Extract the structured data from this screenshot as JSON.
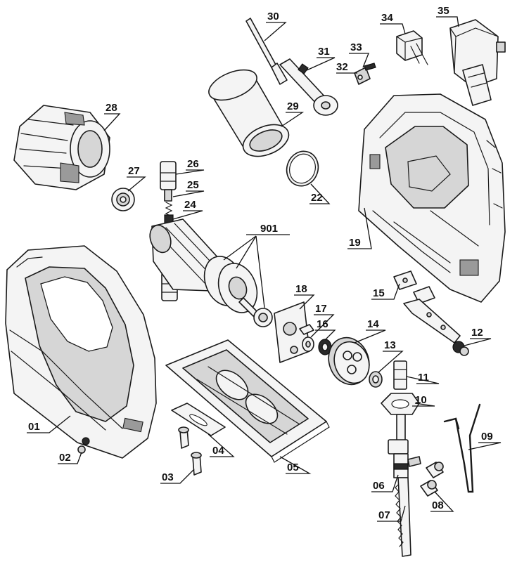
{
  "callouts": [
    {
      "id": "p30",
      "label": "30"
    },
    {
      "id": "p31",
      "label": "31"
    },
    {
      "id": "p32",
      "label": "32"
    },
    {
      "id": "p33",
      "label": "33"
    },
    {
      "id": "p34",
      "label": "34"
    },
    {
      "id": "p35",
      "label": "35"
    },
    {
      "id": "p28",
      "label": "28"
    },
    {
      "id": "p29",
      "label": "29"
    },
    {
      "id": "p27",
      "label": "27"
    },
    {
      "id": "p26",
      "label": "26"
    },
    {
      "id": "p25",
      "label": "25"
    },
    {
      "id": "p24",
      "label": "24"
    },
    {
      "id": "p22",
      "label": "22"
    },
    {
      "id": "p19",
      "label": "19"
    },
    {
      "id": "p901",
      "label": "901"
    },
    {
      "id": "p18",
      "label": "18"
    },
    {
      "id": "p17",
      "label": "17"
    },
    {
      "id": "p16",
      "label": "16"
    },
    {
      "id": "p15",
      "label": "15"
    },
    {
      "id": "p14",
      "label": "14"
    },
    {
      "id": "p13",
      "label": "13"
    },
    {
      "id": "p12",
      "label": "12"
    },
    {
      "id": "p11",
      "label": "11"
    },
    {
      "id": "p10",
      "label": "10"
    },
    {
      "id": "p09",
      "label": "09"
    },
    {
      "id": "p01",
      "label": "01"
    },
    {
      "id": "p02",
      "label": "02"
    },
    {
      "id": "p03",
      "label": "03"
    },
    {
      "id": "p04",
      "label": "04"
    },
    {
      "id": "p05",
      "label": "05"
    },
    {
      "id": "p06",
      "label": "06"
    },
    {
      "id": "p07",
      "label": "07"
    },
    {
      "id": "p08",
      "label": "08"
    }
  ]
}
